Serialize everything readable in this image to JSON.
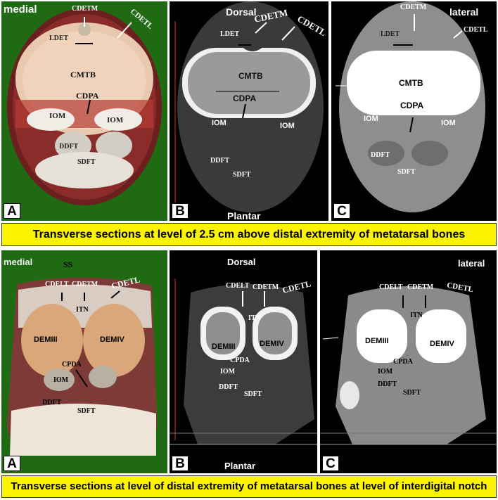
{
  "row1": {
    "panelA": {
      "letter": "A",
      "orientation": "medial",
      "labels": {
        "cdetm": "CDETM",
        "cdetl": "CDETL",
        "ldet": "LDET",
        "cmtb": "CMTB",
        "cdpa": "CDPA",
        "iom_left": "IOM",
        "iom_right": "IOM",
        "ddft": "DDFT",
        "sdft": "SDFT"
      }
    },
    "panelB": {
      "letter": "B",
      "top": "Dorsal",
      "bottom": "Plantar",
      "labels": {
        "cdetm": "CDETM",
        "cdetl": "CDETL",
        "ldet": "LDET",
        "cmtb": "CMTB",
        "cdpa": "CDPA",
        "iom_left": "IOM",
        "iom_right": "IOM",
        "ddft": "DDFT",
        "sdft": "SDFT"
      }
    },
    "panelC": {
      "letter": "C",
      "orientation": "lateral",
      "labels": {
        "cdetm": "CDETM",
        "cdetl": "CDETL",
        "ldet": "LDET",
        "cmtb": "CMTB",
        "cdpa": "CDPA",
        "iom_left": "IOM",
        "iom_right": "IOM",
        "ddft": "DDFT",
        "sdft": "SDFT"
      }
    },
    "caption": "Transverse sections at level of 2.5 cm above distal extremity of metatarsal bones"
  },
  "row2": {
    "panelA": {
      "letter": "A",
      "orientation": "medial",
      "ss": "SS",
      "labels": {
        "cdelt": "CDELT",
        "cdetm": "CDETM",
        "cdetl": "CDETL",
        "itn": "ITN",
        "demiii": "DEMIII",
        "demiv": "DEMIV",
        "cpda": "CPDA",
        "iom": "IOM",
        "ddft": "DDFT",
        "sdft": "SDFT"
      }
    },
    "panelB": {
      "letter": "B",
      "top": "Dorsal",
      "bottom": "Plantar",
      "labels": {
        "cdelt": "CDELT",
        "cdetm": "CDETM",
        "cdetl": "CDETL",
        "itn": "ITN",
        "demiii": "DEMIII",
        "demiv": "DEMIV",
        "cpda": "CPDA",
        "iom": "IOM",
        "ddft": "DDFT",
        "sdft": "SDFT"
      }
    },
    "panelC": {
      "letter": "C",
      "orientation": "lateral",
      "labels": {
        "cdelt": "CDELT",
        "cdetm": "CDETM",
        "cdetl": "CDETL",
        "itn": "ITN",
        "demiii": "DEMIII",
        "demiv": "DEMIV",
        "cpda": "CPDA",
        "iom": "IOM",
        "ddft": "DDFT",
        "sdft": "SDFT"
      }
    },
    "caption": "Transverse sections at level of distal extremity of metatarsal bones at level of interdigital notch"
  },
  "colors": {
    "banner": "#fbf300",
    "green_bg": "#1f6a12",
    "ct_bg": "#000000"
  }
}
